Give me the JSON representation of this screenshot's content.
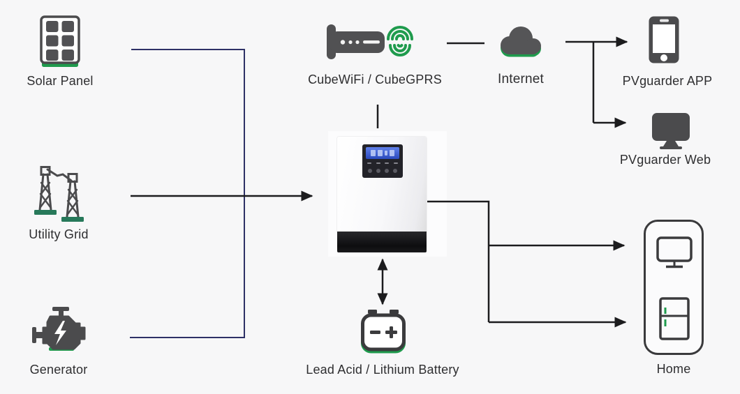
{
  "title": "Solar inverter system connection diagram",
  "colors": {
    "background": "#f7f7f8",
    "icon_gray": "#4b4b4d",
    "accent_green": "#1f9b4d",
    "line_navy": "#2e3166",
    "line_black": "#1c1c1e",
    "text": "#2e2e30",
    "lcd_blue": "#2a49bd"
  },
  "nodes": {
    "solar_panel": {
      "label": "Solar Panel",
      "icon": "solar-panel-icon"
    },
    "utility_grid": {
      "label": "Utility Grid",
      "icon": "transmission-towers-icon"
    },
    "generator": {
      "label": "Generator",
      "icon": "engine-icon"
    },
    "cube_wifi": {
      "label": "CubeWiFi / CubeGPRS",
      "icon": "router-wifi-icon"
    },
    "internet": {
      "label": "Internet",
      "icon": "cloud-icon"
    },
    "pvguarder_app": {
      "label": "PVguarder APP",
      "icon": "smartphone-icon"
    },
    "pvguarder_web": {
      "label": "PVguarder Web",
      "icon": "desktop-monitor-icon"
    },
    "inverter": {
      "label": "",
      "icon": "inverter-device"
    },
    "battery": {
      "label": "Lead Acid / Lithium Battery",
      "icon": "battery-icon"
    },
    "home": {
      "label": "Home",
      "icon": "home-appliances-icon"
    }
  },
  "connections": [
    {
      "from": "solar-panel",
      "to": "inverter",
      "style": "elbow-line-navy"
    },
    {
      "from": "generator",
      "to": "inverter",
      "style": "elbow-line-navy"
    },
    {
      "from": "utility-grid",
      "to": "inverter",
      "style": "arrow"
    },
    {
      "from": "cube-wifi",
      "to": "inverter",
      "style": "line"
    },
    {
      "from": "cube-wifi",
      "to": "internet",
      "style": "line"
    },
    {
      "from": "internet",
      "to": "pvguarder-app",
      "style": "arrow"
    },
    {
      "from": "internet",
      "to": "pvguarder-web",
      "style": "arrow"
    },
    {
      "from": "inverter",
      "to": "battery",
      "style": "double-arrow"
    },
    {
      "from": "inverter",
      "to": "home",
      "style": "arrow-x2"
    }
  ]
}
